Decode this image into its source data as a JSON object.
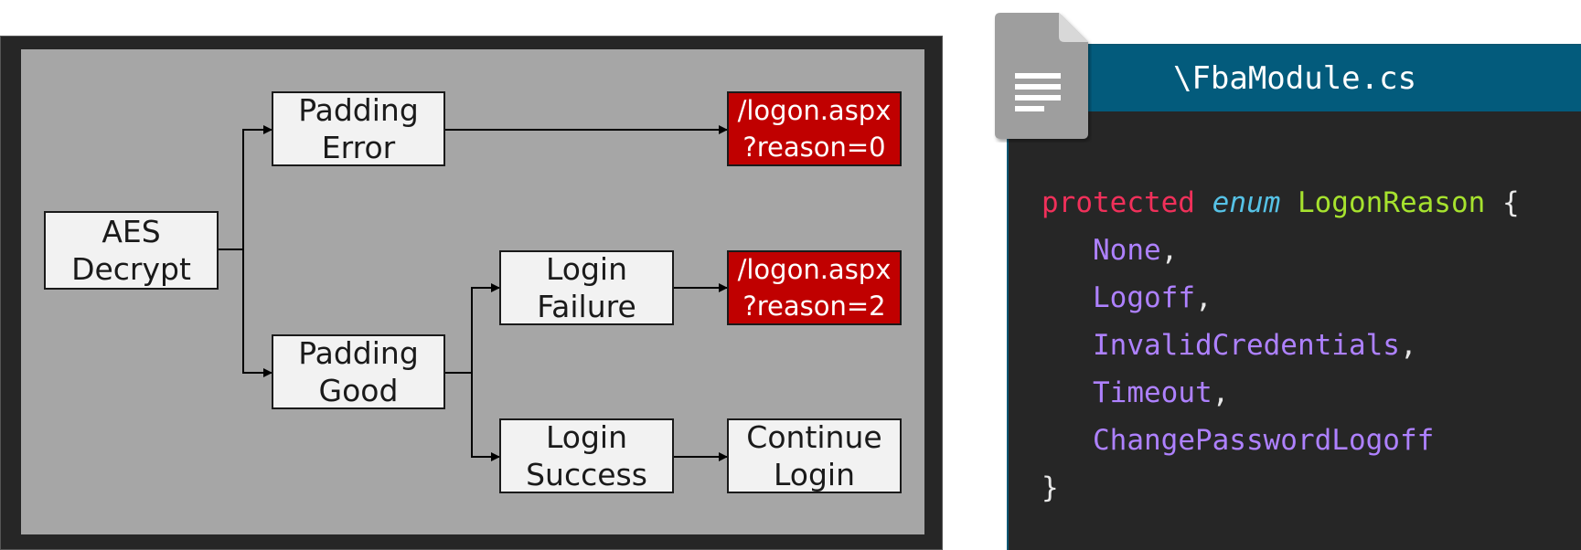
{
  "diagram": {
    "nodes": {
      "aes_decrypt": "AES\nDecrypt",
      "padding_error": "Padding\nError",
      "padding_good": "Padding\nGood",
      "login_failure": "Login\nFailure",
      "login_success": "Login\nSuccess",
      "continue_login": "Continue\nLogin",
      "redirect_reason_0": "/logon.aspx\n?reason=0",
      "redirect_reason_2": "/logon.aspx\n?reason=2"
    },
    "colors": {
      "redirect": "#c00000",
      "node": "#f2f2f2",
      "canvas": "#a6a6a6"
    }
  },
  "code": {
    "filename": "\\FbaModule.cs",
    "keyword": "protected",
    "enum_keyword": "enum",
    "type_name": "LogonReason",
    "open_brace": "{",
    "members": [
      "None",
      "Logoff",
      "InvalidCredentials",
      "Timeout",
      "ChangePasswordLogoff"
    ],
    "close_brace": "}",
    "colors": {
      "header": "#035b7c",
      "keyword": "#f0305a",
      "enum": "#56c2e6",
      "type": "#a6e22e",
      "member": "#ae81ff"
    }
  },
  "icons": {
    "file": "document-icon"
  }
}
